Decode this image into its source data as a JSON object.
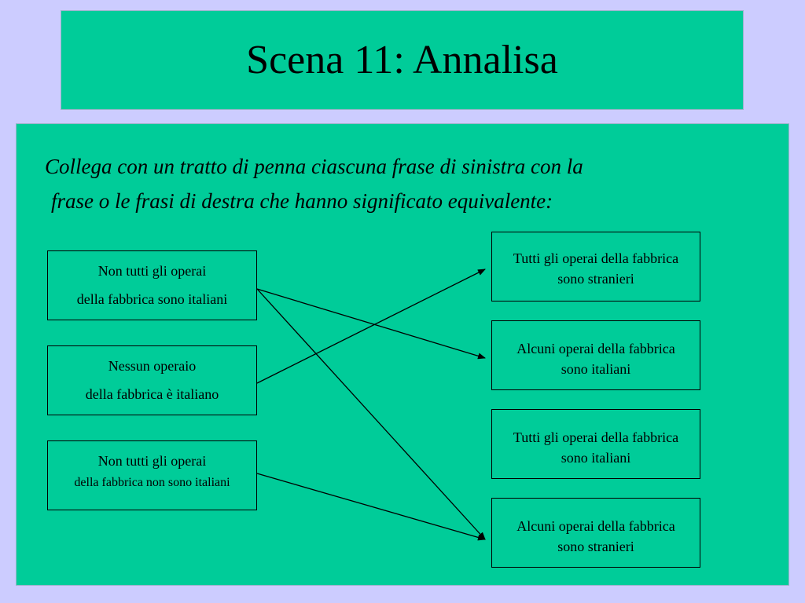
{
  "title": "Scena 11: Annalisa",
  "instruction": {
    "line1": "Collega con un tratto di penna ciascuna frase di sinistra con la",
    "line2": "frase o le frasi di destra che hanno significato equivalente:"
  },
  "left": [
    {
      "line1": "Non tutti gli operai",
      "line2": "della fabbrica sono italiani"
    },
    {
      "line1": "Nessun operaio",
      "line2": "della fabbrica è italiano"
    },
    {
      "line1": "Non tutti gli operai",
      "line2": "della fabbrica non sono italiani"
    }
  ],
  "right": [
    {
      "line1": "Tutti gli operai della fabbrica",
      "line2": "sono stranieri"
    },
    {
      "line1": "Alcuni operai della fabbrica",
      "line2": "sono italiani"
    },
    {
      "line1": "Tutti gli operai della fabbrica",
      "line2": "sono italiani"
    },
    {
      "line1": "Alcuni operai della fabbrica",
      "line2": "sono stranieri"
    }
  ],
  "connections": [
    {
      "from": 0,
      "to": 1
    },
    {
      "from": 0,
      "to": 3
    },
    {
      "from": 1,
      "to": 0
    },
    {
      "from": 2,
      "to": 3
    }
  ]
}
